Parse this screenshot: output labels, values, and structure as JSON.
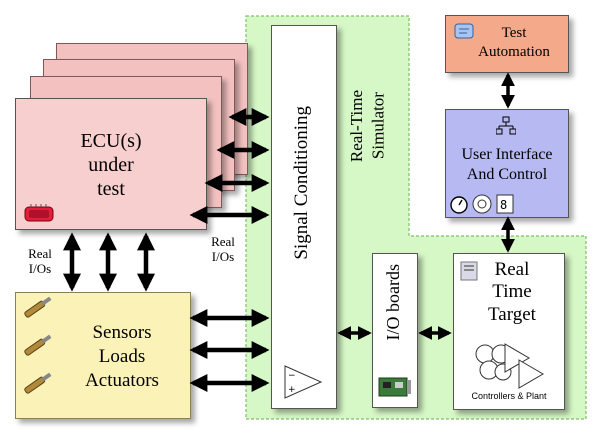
{
  "ecu": {
    "label_line1": "ECU(s)",
    "label_line2": "under",
    "label_line3": "test"
  },
  "sensors": {
    "line1": "Sensors",
    "line2": "Loads",
    "line3": "Actuators"
  },
  "real_io_left": {
    "line1": "Real",
    "line2": "I/Os"
  },
  "real_io_right": {
    "line1": "Real",
    "line2": "I/Os"
  },
  "signal_conditioning": "Signal Conditioning",
  "simulator": {
    "line1": "Real-Time",
    "line2": "Simulator"
  },
  "io_boards": "I/O boards",
  "target": {
    "line1": "Real",
    "line2": "Time",
    "line3": "Target",
    "caption": "Controllers & Plant"
  },
  "user_interface": {
    "line1": "User Interface",
    "line2": "And  Control"
  },
  "test_automation": {
    "line1": "Test",
    "line2": "Automation"
  },
  "colors": {
    "ecu": "#f6cfce",
    "sensors": "#fbf2b8",
    "simulator_bg": "#d6f7c6",
    "ui": "#b7b9f3",
    "test_automation": "#f4a98a"
  }
}
